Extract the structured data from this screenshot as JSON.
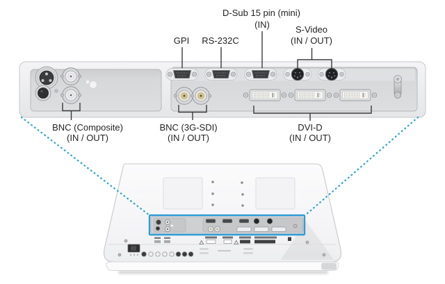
{
  "figure_type": "rear-panel connector callout diagram",
  "labels": {
    "dsub15_line1": "D-Sub 15 pin (mini)",
    "dsub15_line2": "(IN)",
    "gpi": "GPI",
    "rs232c": "RS-232C",
    "svideo_line1": "S-Video",
    "svideo_line2": "(IN / OUT)",
    "bnc_composite_line1": "BNC (Composite)",
    "bnc_composite_line2": "(IN / OUT)",
    "bnc_sdi_line1": "BNC (3G-SDI)",
    "bnc_sdi_line2": "(IN / OUT)",
    "dvid_line1": "DVI-D",
    "dvid_line2": "(IN / OUT)"
  },
  "colors": {
    "highlight_box": "#2E9BD5",
    "leader_dotted": "#2FA6CB",
    "callout_line": "#3A3A3C",
    "label_text": "#231F20"
  },
  "ports_pictured": {
    "left_section": [
      "ac-power-inlet",
      "dc-power-connector",
      "bnc-composite-in",
      "bnc-composite-out"
    ],
    "right_section_top_row": [
      "gpi-port",
      "rs232c-port",
      "dsub15-mini-port",
      "svideo-in",
      "svideo-out"
    ],
    "right_section_bottom_row": [
      "bnc-3gsdi-in",
      "bnc-3gsdi-out",
      "dvi-d-port-1",
      "dvi-d-port-2",
      "dvi-d-port-3",
      "screw-terminal"
    ]
  }
}
